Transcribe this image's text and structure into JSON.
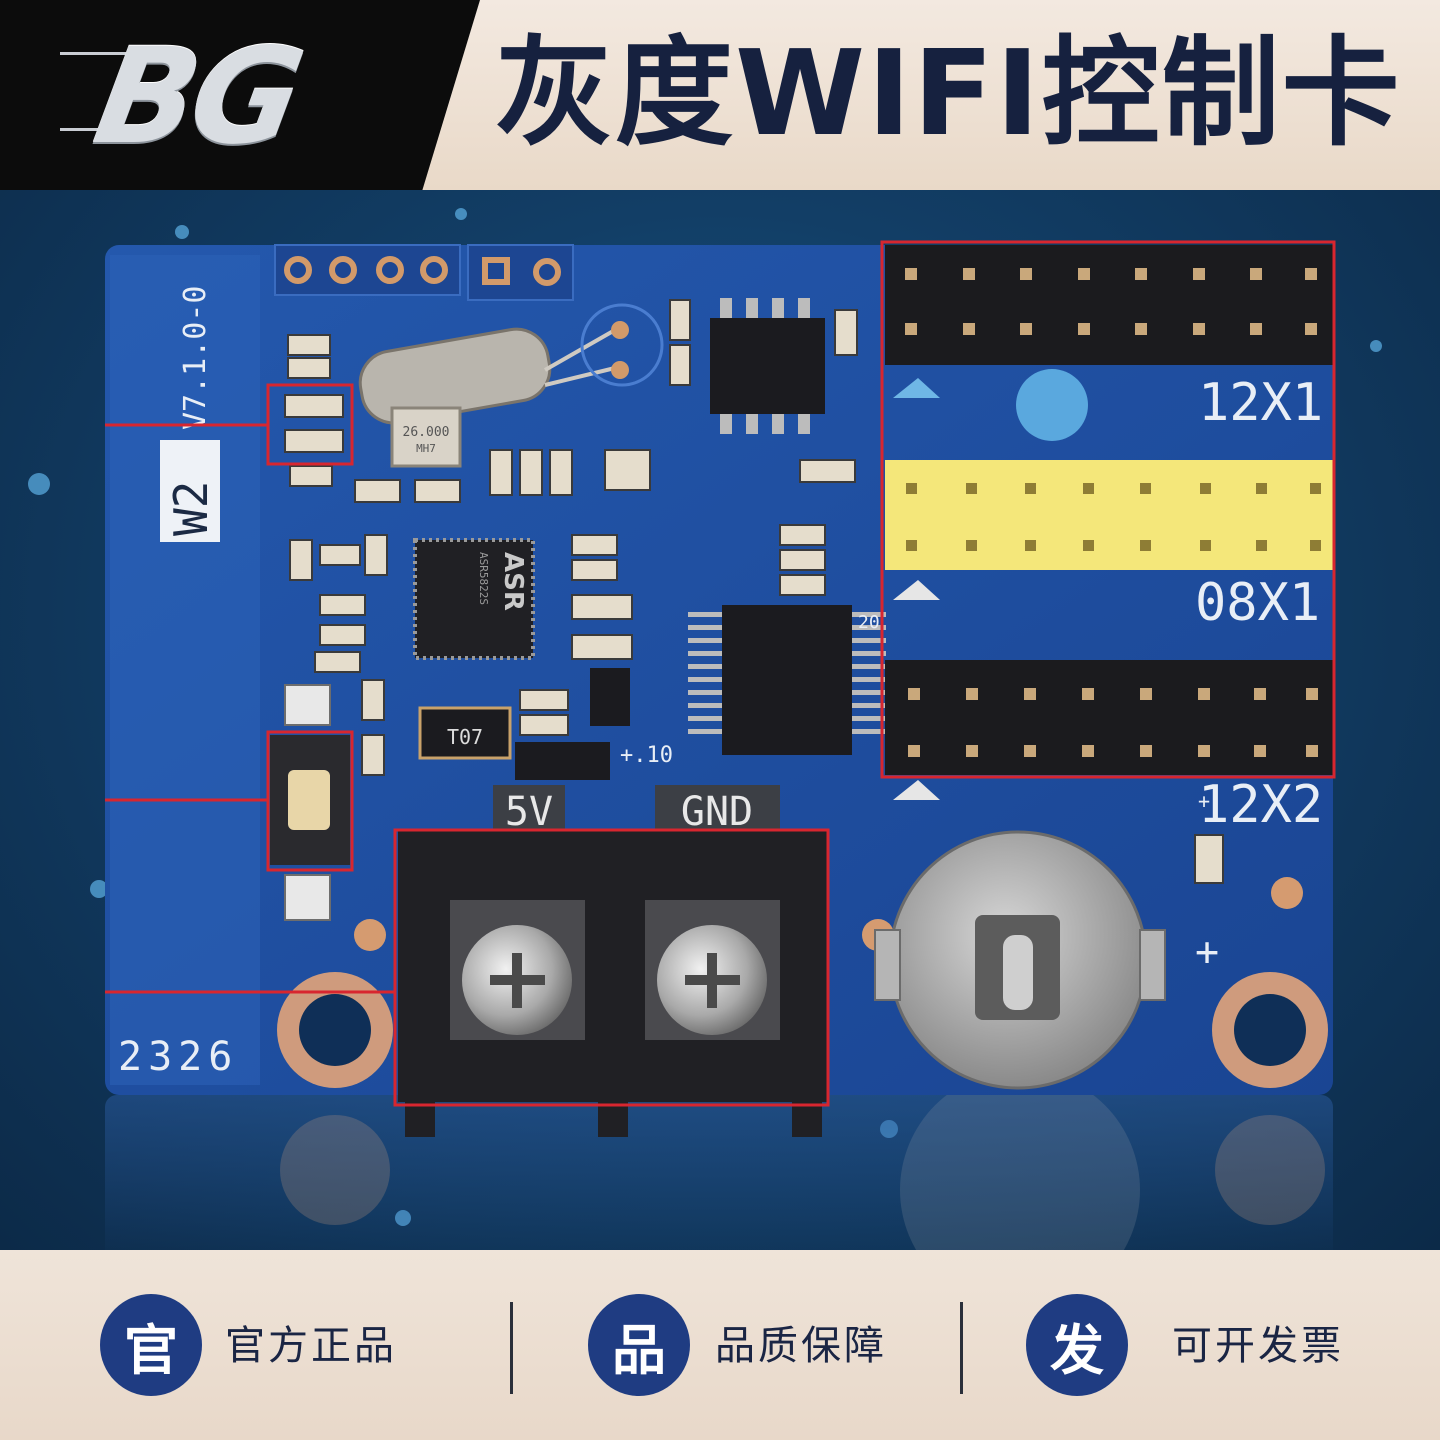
{
  "header": {
    "logo_text": "BG",
    "title": "灰度WIFI控制卡"
  },
  "board": {
    "version_text": "V7.1.0-0",
    "model_label": "W2",
    "crystal_text": "26.000",
    "crystal_subtext": "MH7",
    "chip_brand": "ASR",
    "chip_text": "ASR5822S",
    "transistor_text": "T07",
    "pin_marker": "10",
    "pin_marker_right": "20",
    "power_label_5v": "5V",
    "power_label_gnd": "GND",
    "port_12x1": "12X1",
    "port_08x1": "08X1",
    "port_12x2": "12X2",
    "batch_code": "2326",
    "battery_polarity": "+",
    "led_polarity": "+"
  },
  "features": [
    {
      "badge": "官",
      "label": "官方正品"
    },
    {
      "badge": "品",
      "label": "品质保障"
    },
    {
      "badge": "发",
      "label": "可开发票"
    }
  ],
  "colors": {
    "title": "#16213f",
    "badge": "#1f3c82",
    "pcb": "#1f4fa3",
    "highlight": "#d8262f",
    "yellow_header": "#f4e77a"
  }
}
